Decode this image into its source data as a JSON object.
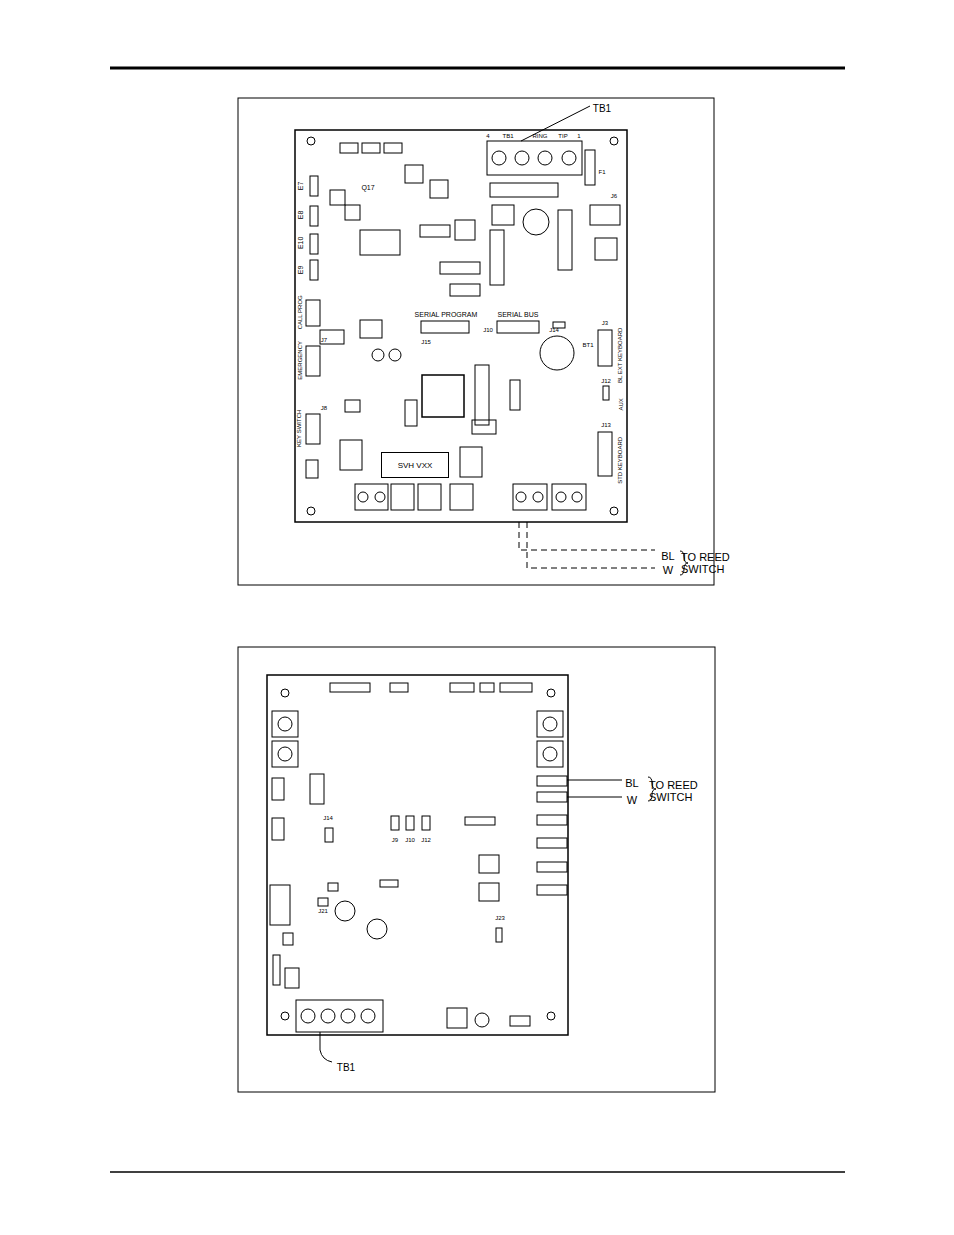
{
  "diagram": {
    "nodes": [
      {
        "text": [
          "SVH VXX"
        ]
      }
    ],
    "labels": [
      "TB1",
      "4",
      "TB1",
      "RING",
      "TIP",
      "1",
      "F1",
      "J6",
      "E7",
      "E8",
      "E10",
      "E9",
      "Q17",
      "SERIAL PROGRAM",
      "J15",
      "SERIAL BUS",
      "J10",
      "J14",
      "BT1",
      "J3",
      "BL EXT KEYBOARD",
      "AUX",
      "J12",
      "J13",
      "STD KEYBOARD",
      "CALL PROG",
      "EMERGENCY",
      "KEY SWITCH",
      "J7",
      "J8",
      "BL",
      "W",
      "TO REED SWITCH",
      "BL",
      "W",
      "TO REED SWITCH",
      "TB1",
      "J9",
      "J10",
      "J12",
      "J14",
      "J21",
      "J23"
    ]
  }
}
